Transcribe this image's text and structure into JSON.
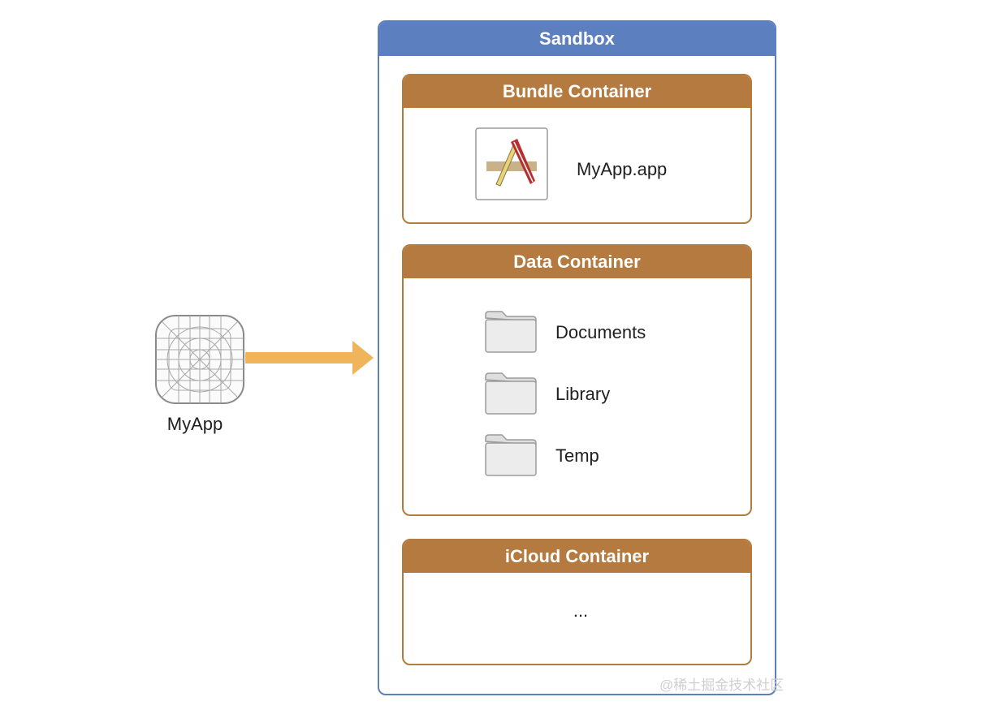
{
  "app": {
    "label": "MyApp",
    "icon": "app-template-icon"
  },
  "arrow": {
    "icon": "right-arrow-icon",
    "color": "#f0b45a"
  },
  "sandbox": {
    "title": "Sandbox",
    "color": "#5b7fbf",
    "bundle_container": {
      "title": "Bundle Container",
      "item": {
        "label": "MyApp.app",
        "icon": "app-store-icon"
      }
    },
    "data_container": {
      "title": "Data Container",
      "folders": [
        {
          "label": "Documents",
          "icon": "folder-icon"
        },
        {
          "label": "Library",
          "icon": "folder-icon"
        },
        {
          "label": "Temp",
          "icon": "folder-icon"
        }
      ]
    },
    "icloud_container": {
      "title": "iCloud Container",
      "content": "..."
    }
  },
  "container_color": "#b57a3f",
  "watermark": "@稀土掘金技术社区"
}
